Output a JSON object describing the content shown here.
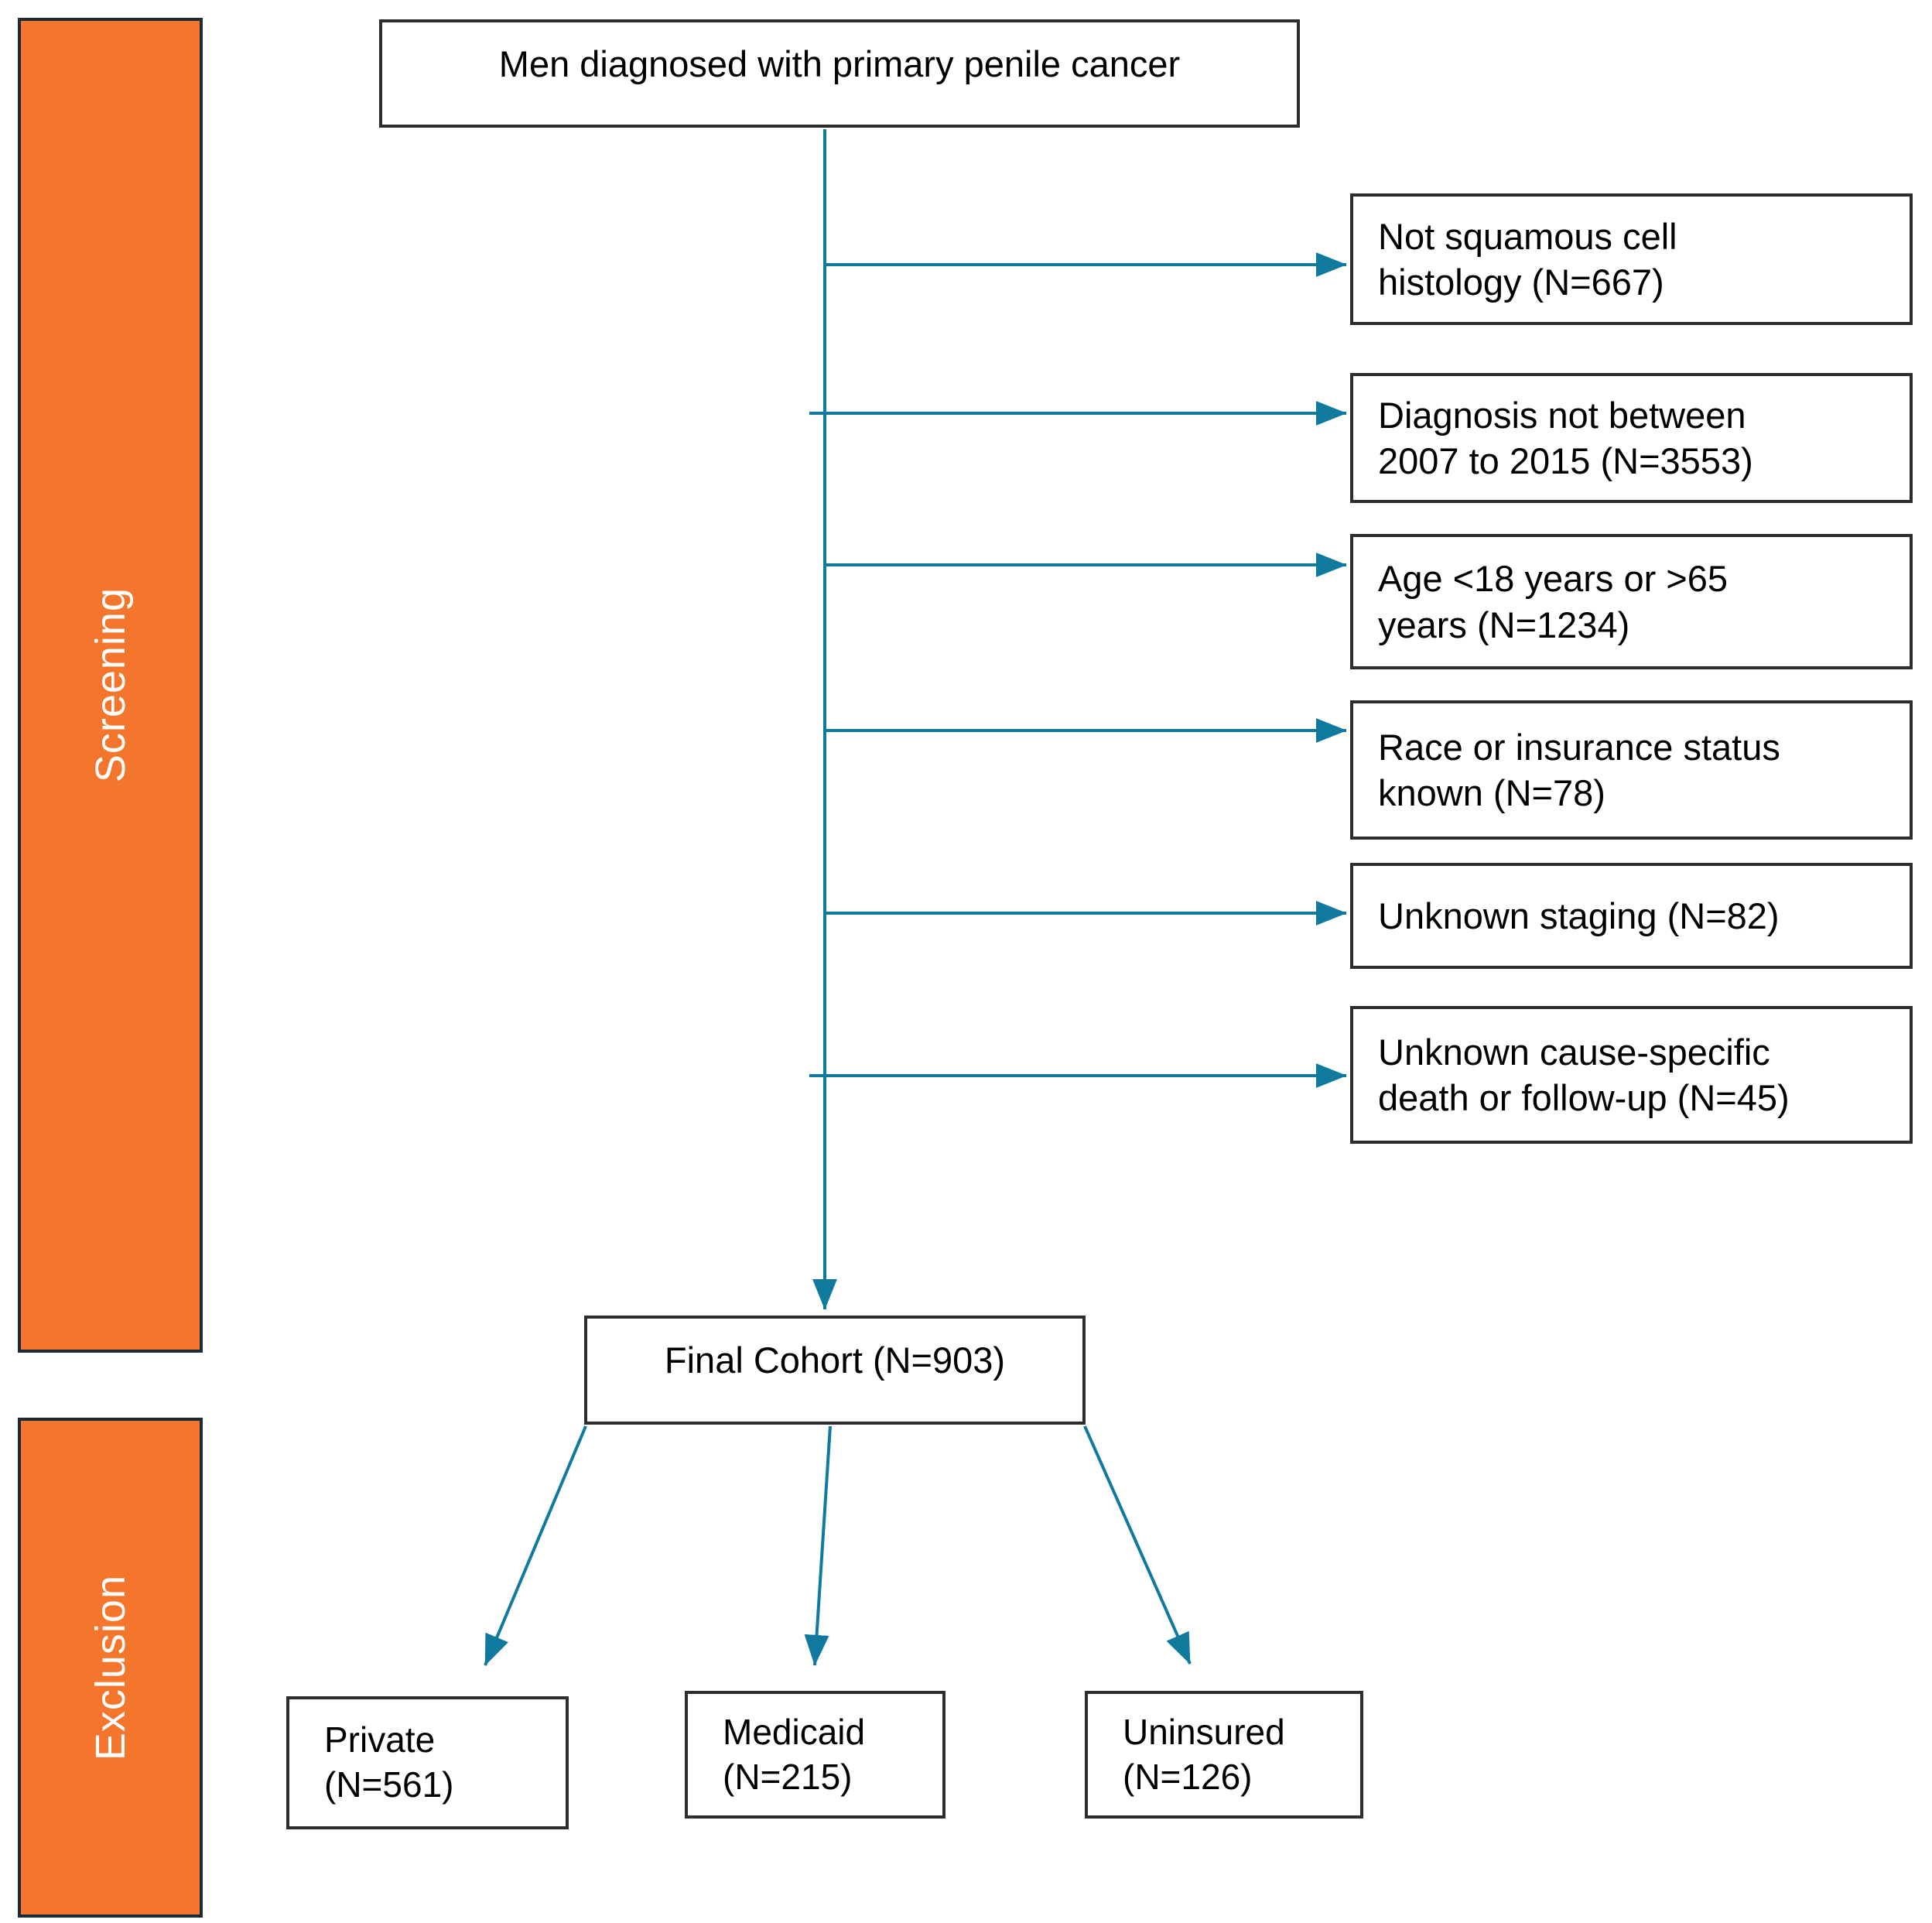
{
  "diagram": {
    "stage_labels": {
      "screening": "Screening",
      "exclusion": "Exclusion"
    },
    "source_box": "Men diagnosed with primary penile cancer",
    "exclusion_boxes": [
      "Not squamous cell\nhistology (N=667)",
      "Diagnosis not between\n2007 to 2015 (N=3553)",
      "Age <18 years or >65\nyears (N=1234)",
      "Race or insurance status\nknown (N=78)",
      "Unknown staging (N=82)",
      "Unknown cause-specific\ndeath or follow-up (N=45)"
    ],
    "final_box": "Final Cohort (N=903)",
    "outcome_boxes": [
      "Private\n(N=561)",
      "Medicaid\n(N=215)",
      "Uninsured\n(N=126)"
    ],
    "colors": {
      "bar_orange": "#f4752c",
      "arrow_teal": "#107a9e"
    }
  }
}
